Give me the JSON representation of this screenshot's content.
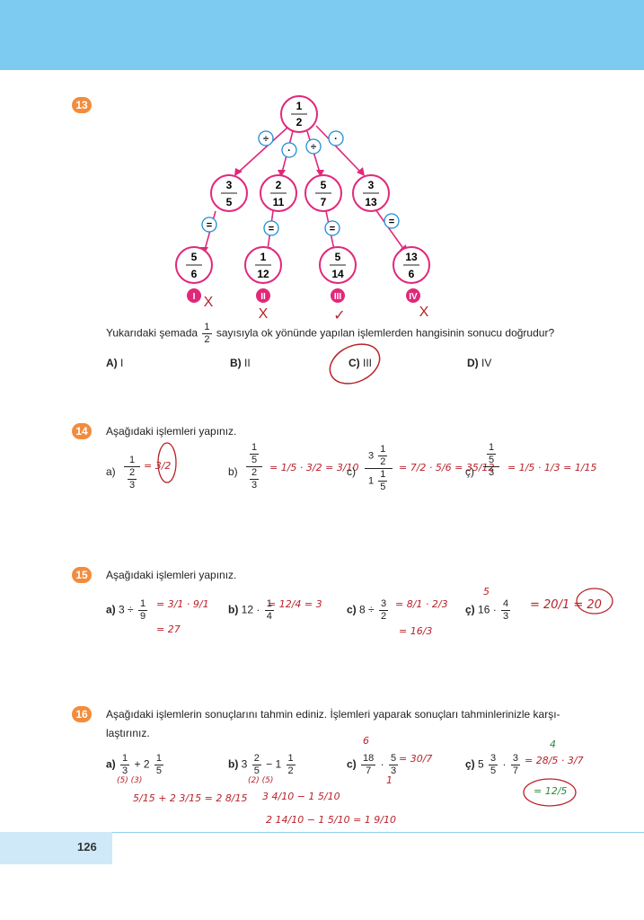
{
  "page_number": "126",
  "q13": {
    "number": "13",
    "root": {
      "n": "1",
      "d": "2"
    },
    "ops": [
      "÷",
      "·",
      "÷",
      "·"
    ],
    "middle": [
      {
        "n": "3",
        "d": "5"
      },
      {
        "n": "2",
        "d": "11"
      },
      {
        "n": "5",
        "d": "7"
      },
      {
        "n": "3",
        "d": "13"
      }
    ],
    "equals": [
      "=",
      "=",
      "=",
      "="
    ],
    "bottom": [
      {
        "n": "5",
        "d": "6"
      },
      {
        "n": "1",
        "d": "12"
      },
      {
        "n": "5",
        "d": "14"
      },
      {
        "n": "13",
        "d": "6"
      }
    ],
    "labels": [
      "I",
      "II",
      "III",
      "IV"
    ],
    "question_pre": "Yukarıdaki şemada",
    "question_frac": {
      "n": "1",
      "d": "2"
    },
    "question_post": "sayısıyla ok yönünde yapılan işlemlerden hangisinin sonucu doğrudur?",
    "options": [
      {
        "key": "A)",
        "text": "I"
      },
      {
        "key": "B)",
        "text": "II"
      },
      {
        "key": "C)",
        "text": "III"
      },
      {
        "key": "D)",
        "text": "IV"
      }
    ],
    "marks": [
      "X",
      "X",
      "✓",
      "X"
    ]
  },
  "q14": {
    "number": "14",
    "instruction": "Aşağıdaki işlemleri yapınız.",
    "items": [
      {
        "key": "a)",
        "hw": "= 3/2"
      },
      {
        "key": "b)",
        "hw": "= 1/5 · 3/2 = 3/10"
      },
      {
        "key": "c)",
        "hw": "= 7/2 · 5/6 = 35/12"
      },
      {
        "key": "ç)",
        "hw": "= 1/5 · 1/3 = 1/15"
      }
    ],
    "a": {
      "top": "1",
      "inner_n": "2",
      "inner_d": "3"
    },
    "b": {
      "top_n": "1",
      "top_d": "5",
      "bot_n": "2",
      "bot_d": "3"
    },
    "c": {
      "top_whole": "3",
      "top_n": "1",
      "top_d": "2",
      "bot_whole": "1",
      "bot_n": "1",
      "bot_d": "5"
    },
    "cc": {
      "top_n": "1",
      "top_d": "5",
      "bot": "3"
    }
  },
  "q15": {
    "number": "15",
    "instruction": "Aşağıdaki işlemleri yapınız.",
    "a": {
      "key": "a)",
      "pre": "3 ÷",
      "n": "1",
      "d": "9",
      "hw1": "= 3/1 · 9/1",
      "hw2": "= 27"
    },
    "b": {
      "key": "b)",
      "pre": "12 ·",
      "n": "1",
      "d": "4",
      "hw1": "= 12/4 = 3"
    },
    "c": {
      "key": "c)",
      "pre": "8 ÷",
      "n": "3",
      "d": "2",
      "hw1": "= 8/1 · 2/3",
      "hw2": "= 16/3"
    },
    "cc": {
      "key": "ç)",
      "pre": "16 ·",
      "n": "4",
      "d": "3",
      "hw1": "5",
      "hw2": "= 20/1 = 20"
    }
  },
  "q16": {
    "number": "16",
    "instruction_line1": "Aşağıdaki işlemlerin sonuçlarını tahmin ediniz. İşlemleri yaparak sonuçları tahminlerinizle karşı-",
    "instruction_line2": "laştırınız.",
    "a": {
      "key": "a)",
      "n1": "1",
      "d1": "3",
      "op": "+ 2",
      "n2": "1",
      "d2": "5",
      "hw1": "(5)        (3)",
      "hw2": "5/15 + 2 3/15 = 2 8/15"
    },
    "b": {
      "key": "b)",
      "w1": "3",
      "n1": "2",
      "d1": "5",
      "op": "− 1",
      "n2": "1",
      "d2": "2",
      "hw1": "(2)        (5)",
      "hw2": "3 4/10 − 1 5/10",
      "hw3": "2 14/10 − 1 5/10 = 1 9/10"
    },
    "c": {
      "key": "c)",
      "n1": "18",
      "d1": "7",
      "n2": "5",
      "d2": "3",
      "hw1": "6",
      "hw2": "1",
      "hw3": "= 30/7"
    },
    "cc": {
      "key": "ç)",
      "w1": "5",
      "n1": "3",
      "d1": "5",
      "n2": "3",
      "d2": "7",
      "hw1": "= 28/5 · 3/7",
      "hw2": "4",
      "hw3": "= 12/5"
    }
  },
  "colors": {
    "accent_blue": "#7ecbf2",
    "pink": "#e0287a",
    "badge_orange": "#f28c3c",
    "handwriting_red": "#b8232b"
  }
}
